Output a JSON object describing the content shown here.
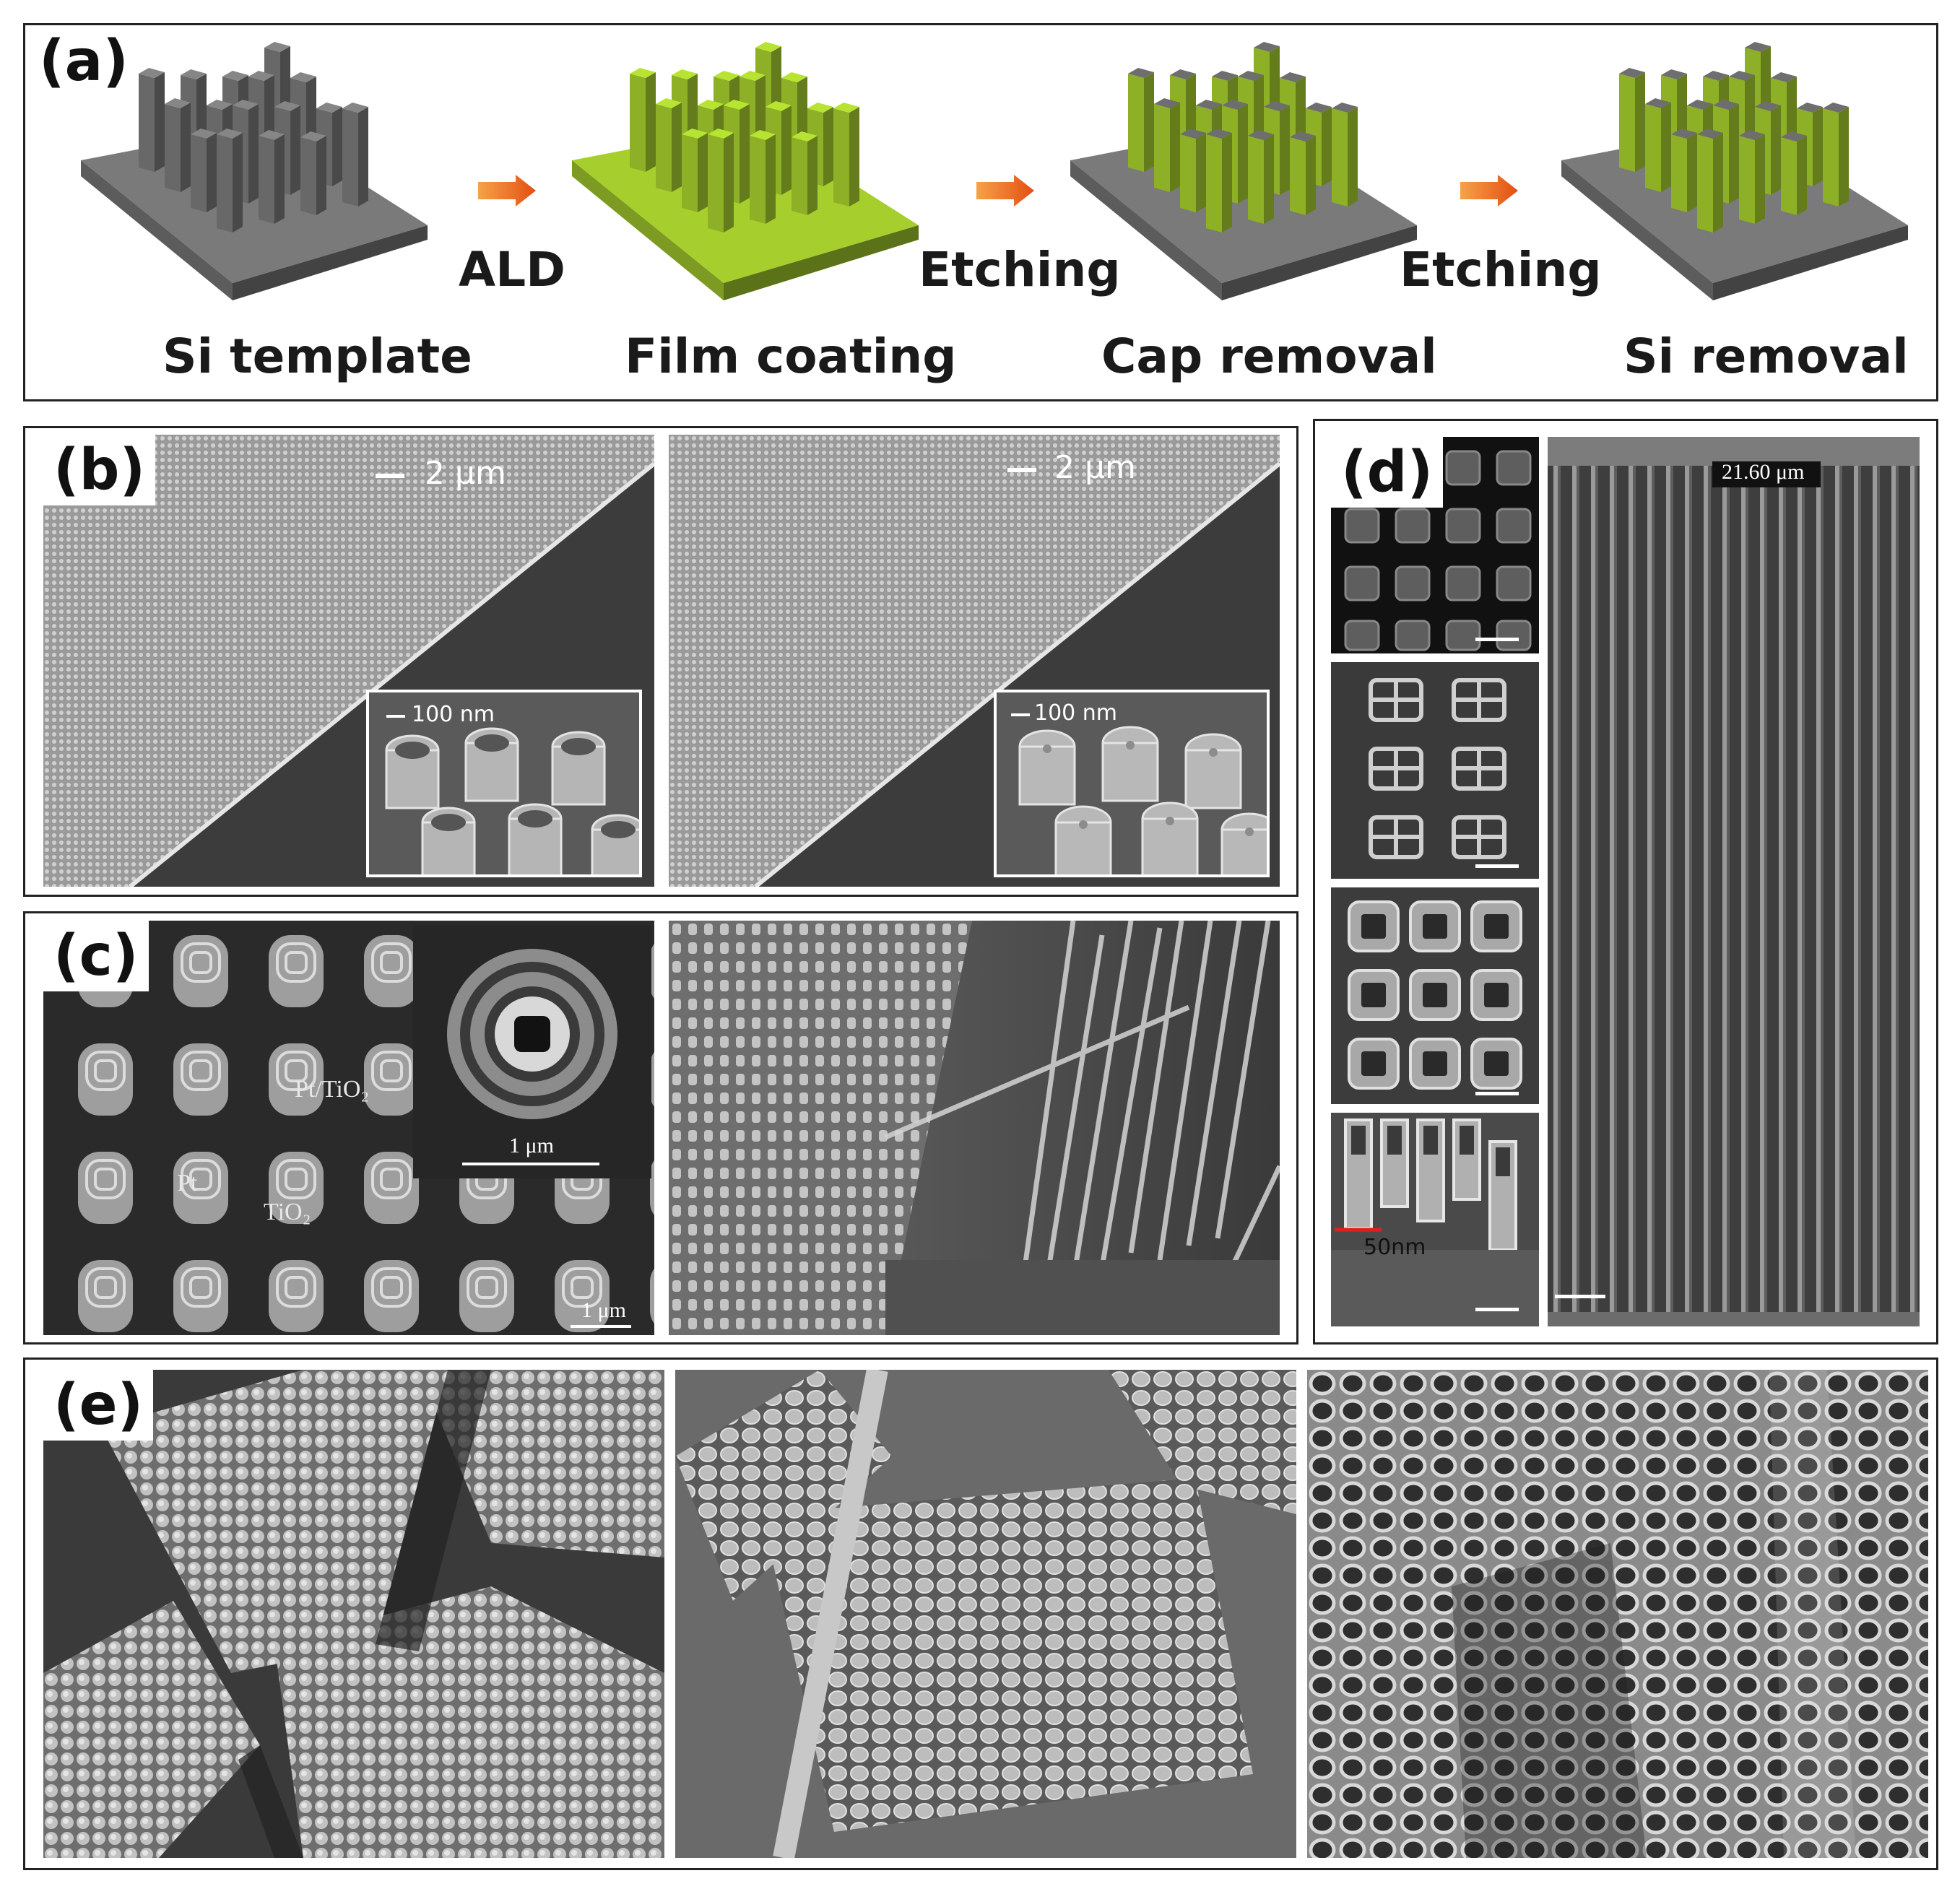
{
  "panels": {
    "a": {
      "label": "(a)"
    },
    "b": {
      "label": "(b)"
    },
    "c": {
      "label": "(c)"
    },
    "d": {
      "label": "(d)"
    },
    "e": {
      "label": "(e)"
    }
  },
  "process": {
    "steps": [
      "Si template",
      "Film coating",
      "Cap removal",
      "Si removal"
    ],
    "transitions": [
      "ALD",
      "Etching",
      "Etching"
    ],
    "colors": {
      "silicon": "#7a7a7a",
      "film": "#a6cf2d",
      "arrow": "#e8641a"
    }
  },
  "scalebars": {
    "b_left": "2 μm",
    "b_right": "2 μm",
    "b_left_inset": "100 nm",
    "b_right_inset": "100 nm",
    "c_inset": "1 μm",
    "c_main": "1 μm",
    "d_tall": "21.60 μm",
    "d_bottom": "50nm"
  },
  "annotations": {
    "pt_tio2": "Pt/TiO₂",
    "pt": "Pt",
    "tio2": "TiO₂"
  }
}
